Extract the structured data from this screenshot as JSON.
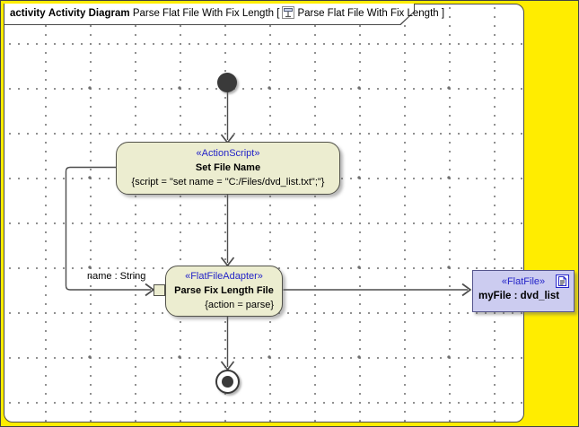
{
  "header": {
    "keyword": "activity",
    "diagram_type": "Activity Diagram",
    "activity_name": "Parse Flat File With Fix Length [",
    "diagram_name": "Parse Flat File With Fix Length ]"
  },
  "nodes": {
    "set_file_name": {
      "stereotype": "«ActionScript»",
      "name": "Set File Name",
      "property": "{script = \"set name = \"C:/Files/dvd_list.txt\";\"}"
    },
    "parse_fix_length": {
      "stereotype": "«FlatFileAdapter»",
      "name": "Parse Fix Length File",
      "property": "{action = parse}"
    },
    "my_file": {
      "stereotype": "«FlatFile»",
      "name": "myFile : dvd_list"
    }
  },
  "edges": {
    "pin_label": "name : String"
  },
  "colors": {
    "yellow": "#FFED00",
    "node-fill": "#ECEDD0",
    "node-border": "#52524A",
    "stereo-blue": "#2323C8",
    "obj-fill": "#CCCCF0",
    "obj-border": "#54548C",
    "edge": "#4D4D4D"
  }
}
